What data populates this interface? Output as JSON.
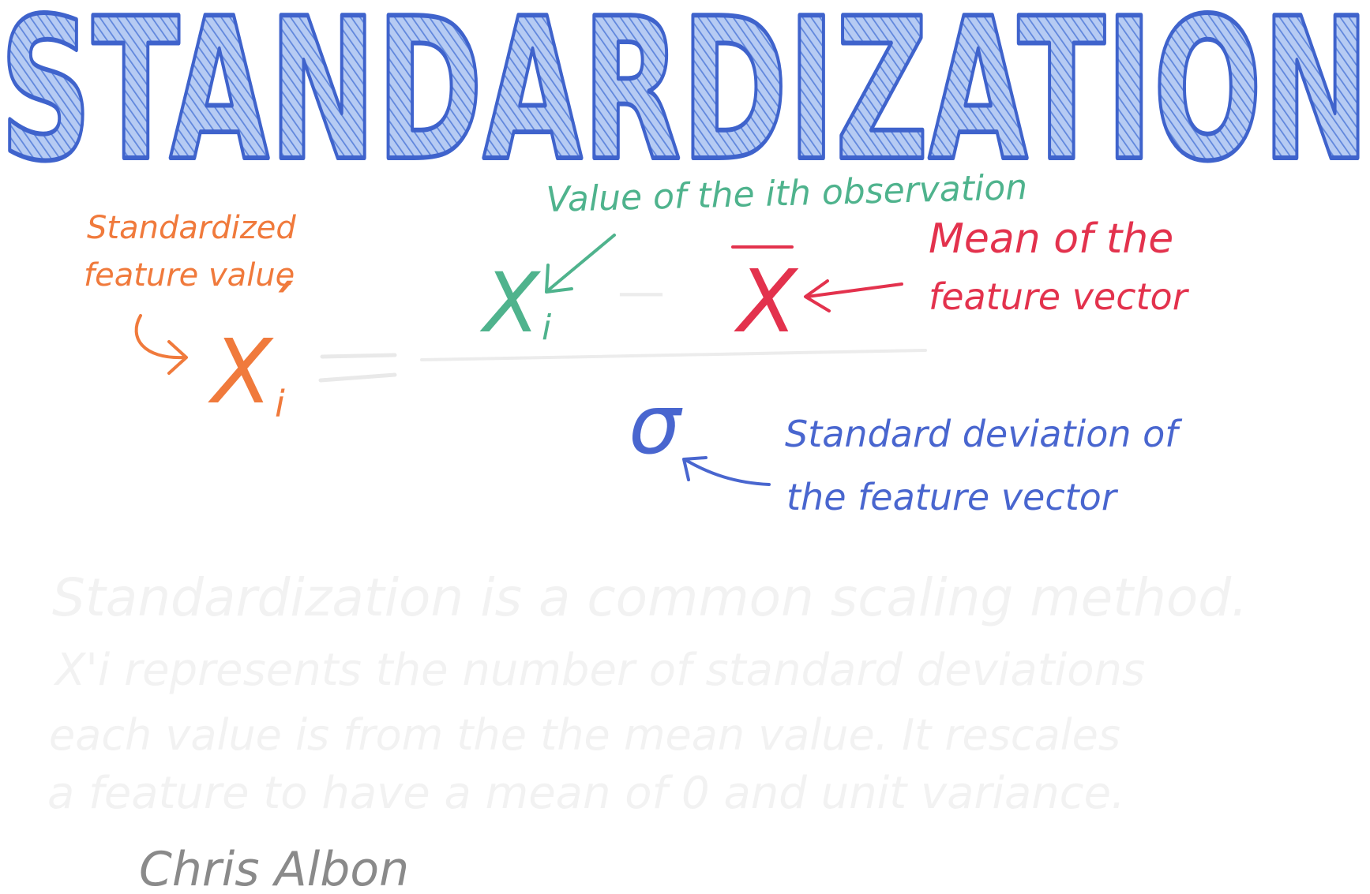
{
  "title": "STANDARDIZATION",
  "labels": {
    "standardized": [
      "Standardized",
      "feature value"
    ],
    "ith_value": "Value of the ith observation",
    "mean": [
      "Mean of the",
      "feature vector"
    ],
    "std": [
      "Standard deviation of",
      "the feature vector"
    ]
  },
  "formula": {
    "lhs_symbol": "X",
    "lhs_prime": "´",
    "lhs_subscript": "i",
    "num_symbol": "X",
    "num_subscript": "i",
    "minus": "—",
    "mean_symbol": "X",
    "sigma": "σ"
  },
  "paragraph": [
    "Standardization is a common scaling method.",
    "X'i represents the number of standard deviations",
    "each value is from the the mean value. It rescales",
    "a feature to have a mean of 0 and unit variance."
  ],
  "author": "Chris Albon",
  "colors": {
    "title_fill": "#8fb0ec",
    "title_stroke": "#3f63cc",
    "orange": "#f07a3c",
    "green": "#4fb38d",
    "red": "#e3324d",
    "blue": "#4966cf",
    "gray_text": "#f1f1f1",
    "gray_line": "#e9e9e9",
    "author": "#8a8a8a"
  }
}
